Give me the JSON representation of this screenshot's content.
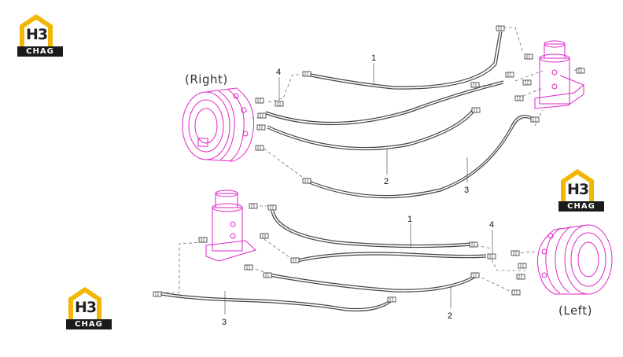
{
  "logo": {
    "mark": "H3",
    "band": "CHAG"
  },
  "labels": {
    "right": "(Right)",
    "left": "(Left)",
    "top": {
      "p1": "1",
      "p2": "2",
      "p3": "3",
      "p4": "4"
    },
    "bottom": {
      "p1": "1",
      "p2": "2",
      "p3": "3",
      "p4": "4"
    }
  },
  "colors": {
    "hose": "#444444",
    "housing": "#e025c8",
    "logo_accent": "#f2b705",
    "logo_band": "#1b1b1b"
  }
}
